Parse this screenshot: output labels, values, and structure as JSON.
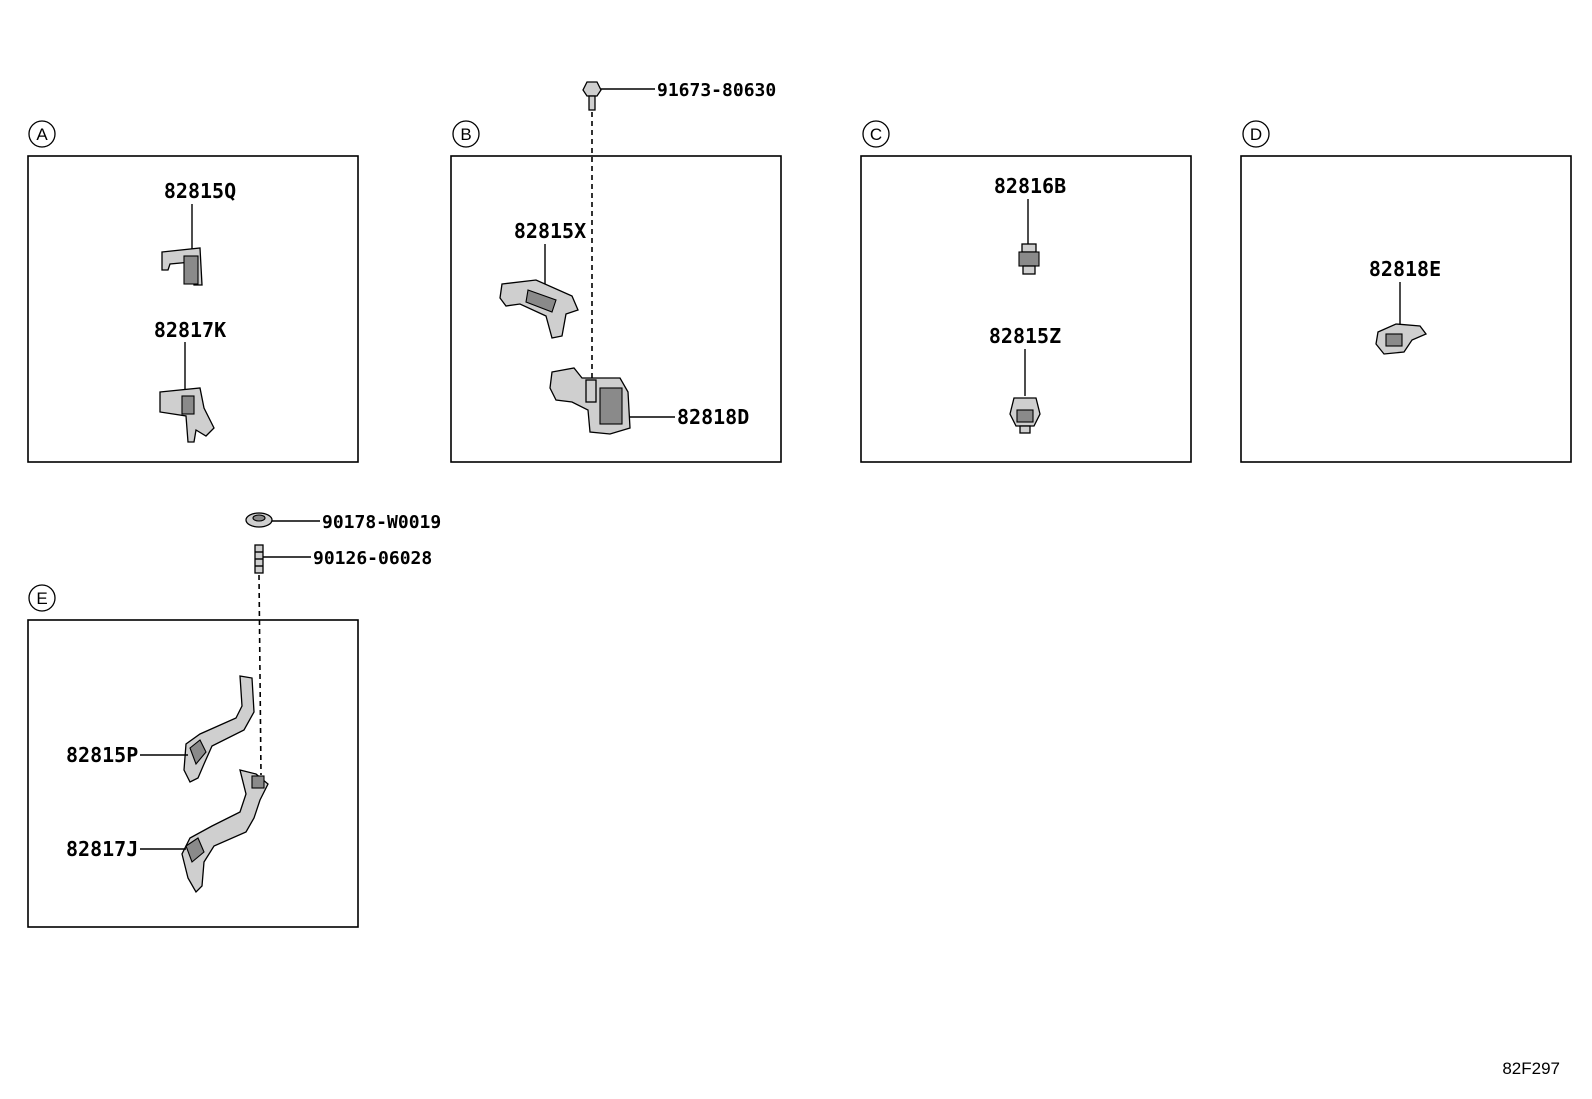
{
  "sections": [
    {
      "id": "A",
      "parts": [
        "82815Q",
        "82817K"
      ]
    },
    {
      "id": "B",
      "parts": [
        "82815X",
        "82818D"
      ],
      "hardware": [
        "91673-80630"
      ]
    },
    {
      "id": "C",
      "parts": [
        "82816B",
        "82815Z"
      ]
    },
    {
      "id": "D",
      "parts": [
        "82818E"
      ]
    },
    {
      "id": "E",
      "parts": [
        "82815P",
        "82817J"
      ],
      "hardware": [
        "90178-W0019",
        "90126-06028"
      ]
    }
  ],
  "figure_ref": "82F297"
}
